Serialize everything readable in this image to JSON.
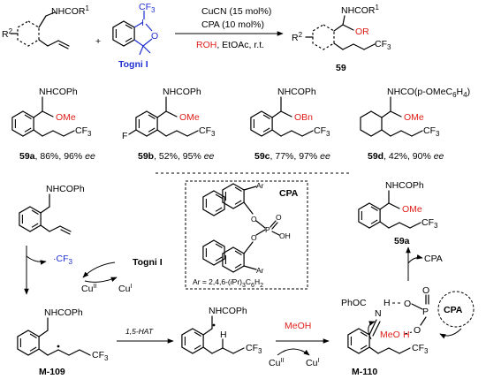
{
  "top_reaction": {
    "substrate_group": "NHCOR",
    "substrate_group_sup": "1",
    "r2": "R",
    "r2_sup": "2",
    "plus": "+",
    "togni_cf3": "CF",
    "togni_cf3_sub": "3",
    "togni_i": "I",
    "togni_o": "O",
    "togni_label": "Togni I",
    "cond_line1": "CuCN (15 mol%)",
    "cond_line2": "CPA (10 mol%)",
    "cond_line3_red": "ROH",
    "cond_line3_black": ", EtOAc, r.t.",
    "product_group": "NHCOR",
    "product_group_sup": "1",
    "product_or": "OR",
    "product_r2": "R",
    "product_r2_sup": "2",
    "product_cf3": "CF",
    "product_cf3_sub": "3",
    "product_label": "59"
  },
  "examples": [
    {
      "group": "NHCOPh",
      "ether": "OMe",
      "cf3": "CF",
      "cf3_sub": "3",
      "id": "59a",
      "yield": ", 86%, 96% ",
      "ee": "ee"
    },
    {
      "group": "NHCOPh",
      "ether": "OMe",
      "cf3": "CF",
      "cf3_sub": "3",
      "halogen": "F",
      "id": "59b",
      "yield": ", 52%, 95% ",
      "ee": "ee"
    },
    {
      "group": "NHCOPh",
      "ether": "OBn",
      "cf3": "CF",
      "cf3_sub": "3",
      "id": "59c",
      "yield": ", 77%, 97% ",
      "ee": "ee"
    },
    {
      "group": "NHCO(p-OMeC",
      "group_sub": "6",
      "group_h": "H",
      "group_sub2": "4",
      "group_close": ")",
      "ether": "OMe",
      "cf3": "CF",
      "cf3_sub": "3",
      "id": "59d",
      "yield": ", 42%, 90% ",
      "ee": "ee"
    }
  ],
  "cpa_box": {
    "title": "CPA",
    "ar_top": "Ar",
    "ar_bottom": "Ar",
    "o1": "O",
    "o2": "O",
    "o3": "O",
    "p": "P",
    "oh": "OH",
    "ar_def_pre": "Ar = 2,4,6-(",
    "ar_def_i": "i",
    "ar_def_mid": "Pr)",
    "ar_def_sub3": "3",
    "ar_def_c": "C",
    "ar_def_sub6": "6",
    "ar_def_h": "H",
    "ar_def_sub2": "2"
  },
  "mechanism": {
    "start_group": "NHCOPh",
    "radical_cf3": "CF",
    "radical_cf3_sub": "3",
    "togni_label": "Togni I",
    "cu2": "Cu",
    "cu2_sup": "II",
    "cu1": "Cu",
    "cu1_sup": "I",
    "m109_group": "NHCOPh",
    "m109_cf3": "CF",
    "m109_cf3_sub": "3",
    "m109_label": "M-109",
    "hat_label": "1,5-HAT",
    "int_group": "NHCOPh",
    "int_h": "H",
    "int_cf3": "CF",
    "int_cf3_sub": "3",
    "meoh_red": "MeOH",
    "cu2b": "Cu",
    "cu2b_sup": "II",
    "cu1b": "Cu",
    "cu1b_sup": "I",
    "m110_phoc": "PhOC",
    "m110_n": "N",
    "m110_h": "H",
    "m110_o1": "O",
    "m110_o2": "O",
    "m110_o3": "O",
    "m110_p": "P",
    "m110_cpa": "CPA",
    "m110_meoh": "MeO",
    "m110_meoh_h": "H",
    "m110_cf3": "CF",
    "m110_cf3_sub": "3",
    "m110_label": "M-110",
    "cpa_arrow": "CPA",
    "prod_group": "NHCOPh",
    "prod_ome": "OMe",
    "prod_cf3": "CF",
    "prod_cf3_sub": "3",
    "prod_label": "59a"
  }
}
